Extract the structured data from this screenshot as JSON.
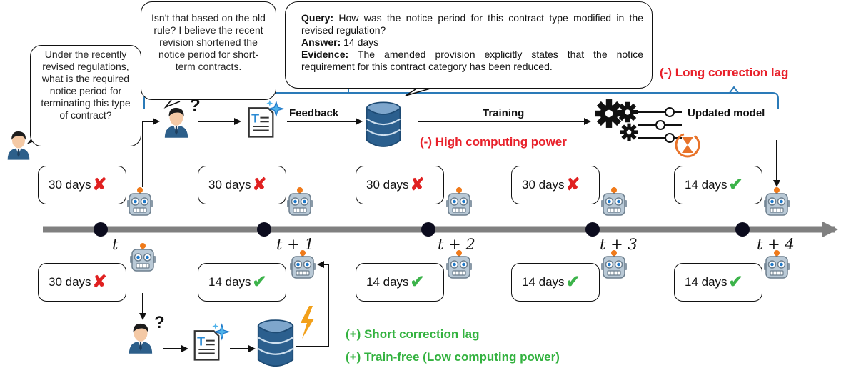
{
  "user_question": "Under the recently revised regulations, what is the required notice period for terminating this type of contract?",
  "user_correction": "Isn't that based on the old rule? I believe the recent revision shortened the notice period for short-term contracts.",
  "feedback_box": {
    "query_label": "Query:",
    "query_text": " How was the notice period for this contract type modified in the revised regulation?",
    "answer_label": "Answer:",
    "answer_text": " 14 days",
    "evidence_label": "Evidence:",
    "evidence_text": " The amended provision explicitly states that the notice requirement for this contract category has been reduced."
  },
  "labels": {
    "feedback": "Feedback",
    "training": "Training",
    "updated_model": "Updated model",
    "long_lag": "(-) Long correction lag",
    "high_compute": "(-) High computing power",
    "short_lag": "(+) Short correction lag",
    "train_free": "(+) Train-free (Low computing power)",
    "question_mark": "?"
  },
  "timeline": [
    "t",
    "t + 1",
    "t + 2",
    "t + 3",
    "t + 4"
  ],
  "top_answers": [
    {
      "text": "30 days",
      "correct": false
    },
    {
      "text": "30 days",
      "correct": false
    },
    {
      "text": "30 days",
      "correct": false
    },
    {
      "text": "30 days",
      "correct": false
    },
    {
      "text": "14 days",
      "correct": true
    }
  ],
  "bottom_answers": [
    {
      "text": "30 days",
      "correct": false
    },
    {
      "text": "14 days",
      "correct": true
    },
    {
      "text": "14 days",
      "correct": true
    },
    {
      "text": "14 days",
      "correct": true
    },
    {
      "text": "14 days",
      "correct": true
    }
  ],
  "marks": {
    "wrong": "✘",
    "right": "✔"
  },
  "colors": {
    "negative": "#e8202a",
    "positive": "#33b23f",
    "database": "#2b5f8e",
    "timeline": "#808080"
  },
  "icons": [
    "person-icon",
    "robot-icon",
    "document-sparkle-icon",
    "database-icon",
    "gears-icon",
    "hourglass-icon",
    "lightning-icon"
  ]
}
